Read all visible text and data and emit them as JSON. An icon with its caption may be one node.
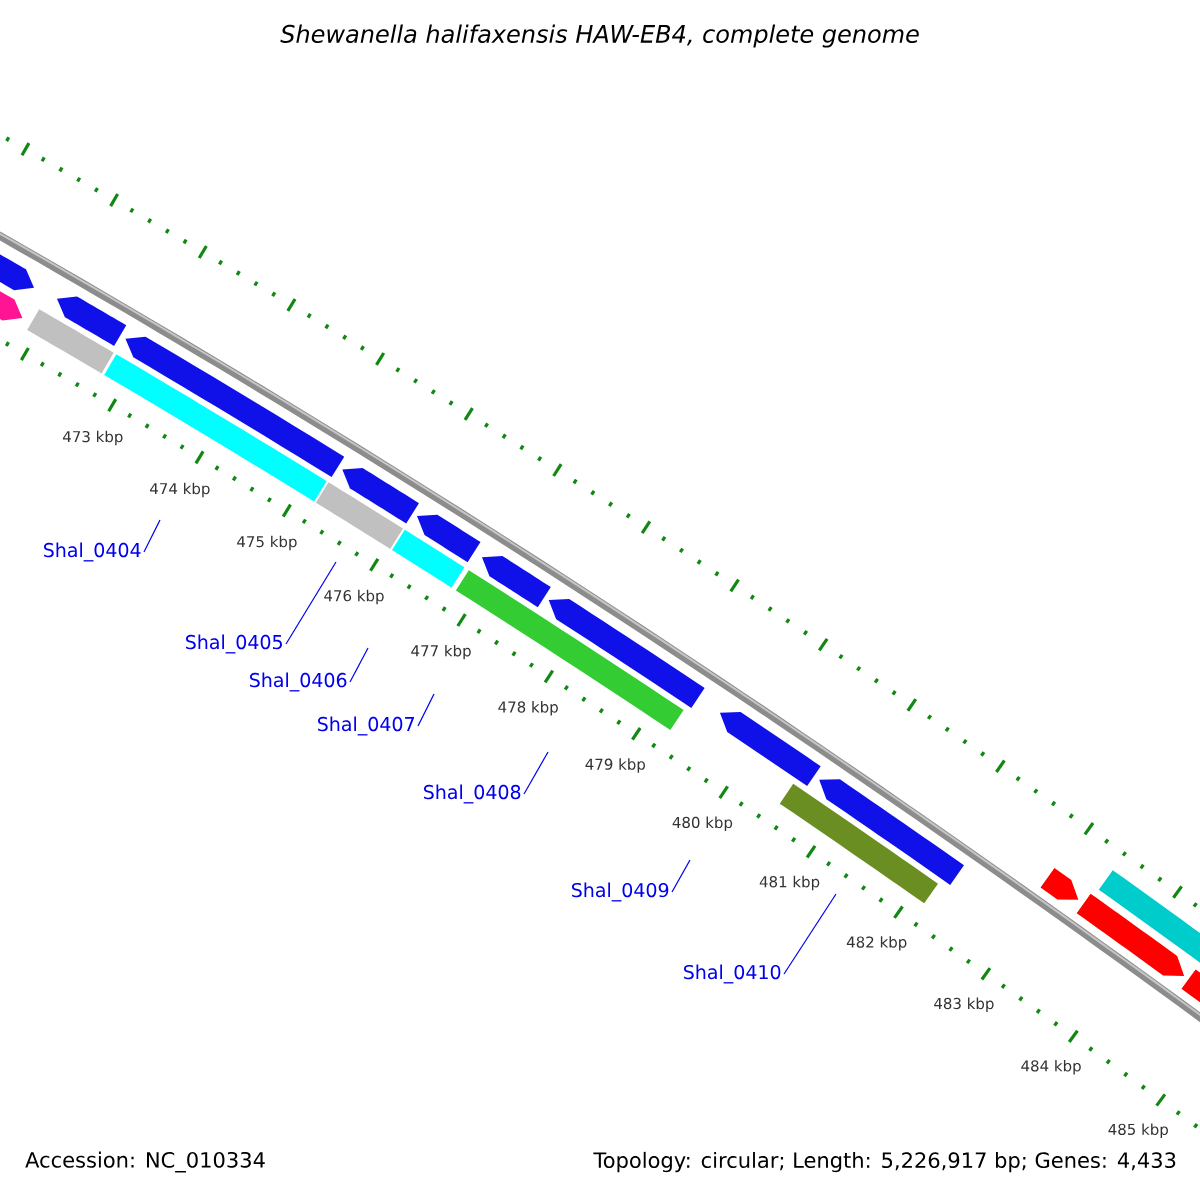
{
  "diagram": {
    "title": "Shewanella halifaxensis HAW-EB4, complete genome",
    "nodes": [
      {
        "text": [
          "Shal_0404"
        ]
      },
      {
        "text": [
          "Shal_0405"
        ]
      },
      {
        "text": [
          "Shal_0406"
        ]
      },
      {
        "text": [
          "Shal_0407"
        ]
      },
      {
        "text": [
          "Shal_0408"
        ]
      },
      {
        "text": [
          "Shal_0409"
        ]
      },
      {
        "text": [
          "Shal_0410"
        ]
      }
    ],
    "edges": [
      {
        "from": 0,
        "to": null,
        "arrow": "none"
      },
      {
        "from": 1,
        "to": null,
        "arrow": "none"
      },
      {
        "from": 2,
        "to": null,
        "arrow": "none"
      },
      {
        "from": 3,
        "to": null,
        "arrow": "none"
      },
      {
        "from": 4,
        "to": null,
        "arrow": "none"
      },
      {
        "from": 5,
        "to": null,
        "arrow": "none"
      },
      {
        "from": 6,
        "to": null,
        "arrow": "none"
      }
    ],
    "labels": [
      "473 kbp",
      "474 kbp",
      "475 kbp",
      "476 kbp",
      "477 kbp",
      "478 kbp",
      "479 kbp",
      "480 kbp",
      "481 kbp",
      "482 kbp",
      "483 kbp",
      "484 kbp",
      "485 kbp",
      "Accession: NC_010334",
      "Topology: circular; Length: 5,226,917 bp; Genes: 4,433"
    ]
  }
}
